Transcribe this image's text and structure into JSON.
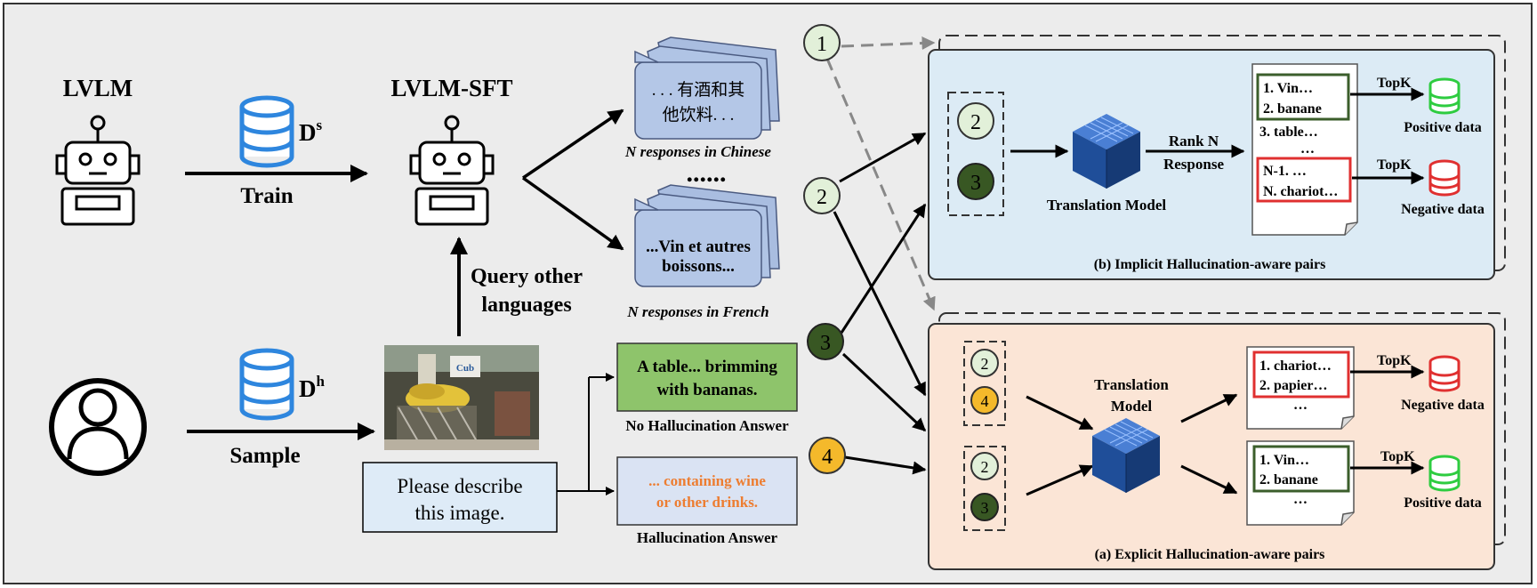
{
  "left": {
    "lvlm_title": "LVLM",
    "train_dataset": "D",
    "train_dataset_sup": "s",
    "train_label": "Train",
    "sft_title": "LVLM-SFT",
    "query_label_1": "Query other",
    "query_label_2": "languages",
    "sample_dataset": "D",
    "sample_dataset_sup": "h",
    "sample_label": "Sample",
    "prompt_line_1": "Please describe",
    "prompt_line_2": "this image.",
    "photo_sign_text": "Cub"
  },
  "responses": {
    "chinese_line_1": ". . . 有酒和其",
    "chinese_line_2": "他饮料. . .",
    "chinese_caption": "N responses  in Chinese",
    "ellipsis": "......",
    "french_line_1": "...Vin et autres",
    "french_line_2": "boissons...",
    "french_caption": "N responses  in French"
  },
  "answers": {
    "no_hall_line_1": "A table... brimming",
    "no_hall_line_2": "with bananas.",
    "no_hall_caption": "No Hallucination Answer",
    "hall_line_1": "... containing wine",
    "hall_line_2": "or other drinks.",
    "hall_caption": "Hallucination Answer"
  },
  "markers": {
    "m1": "1",
    "m2": "2",
    "m3": "3",
    "m4": "4"
  },
  "implicit": {
    "marker_a": "2",
    "marker_b": "3",
    "model_label": "Translation Model",
    "rank_line_1": "Rank N",
    "rank_line_2": "Response",
    "doc_1": "1. Vin…",
    "doc_2": "2. banane",
    "doc_3": "3. table…",
    "doc_dots": "…",
    "doc_4": "N-1. …",
    "doc_5": "N. chariot…",
    "topk_pos": "TopK",
    "positive": "Positive data",
    "topk_neg": "TopK",
    "negative": "Negative data",
    "caption": "(b) Implicit Hallucination-aware pairs"
  },
  "explicit": {
    "marker_a1": "2",
    "marker_a2": "4",
    "marker_b1": "2",
    "marker_b2": "3",
    "model_line_1": "Translation",
    "model_line_2": "Model",
    "doc1_1": "1. chariot…",
    "doc1_2": "2. papier…",
    "doc1_dots": "…",
    "doc2_1": "1. Vin…",
    "doc2_2": "2. banane",
    "doc2_dots": "…",
    "topk_neg": "TopK",
    "negative": "Negative data",
    "topk_pos": "TopK",
    "positive": "Positive data",
    "caption": "(a) Explicit Hallucination-aware pairs"
  },
  "colors": {
    "background": "#ececec",
    "implicit_panel": "#dcebf5",
    "explicit_panel": "#fbe5d6",
    "response_bubble": "#b4c7e7",
    "no_hall_box": "#8ec46b",
    "hall_box": "#dae3f3",
    "hall_text": "#ed7d31",
    "prompt_box": "#deebf7",
    "light_marker": "#e2f0d9",
    "dark_marker": "#385723",
    "orange_marker": "#f4b92b",
    "db_blue": "#2e86de",
    "db_green": "#2ecc40",
    "db_red": "#e03030",
    "model_blue": "#1f4e99"
  }
}
